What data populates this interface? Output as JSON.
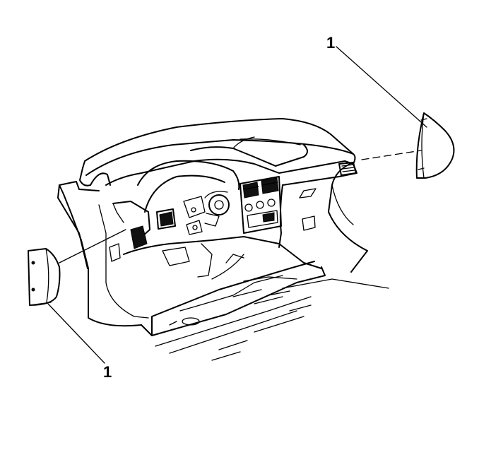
{
  "callouts": [
    {
      "id": "upper-right",
      "label": "1"
    },
    {
      "id": "lower-left",
      "label": "1"
    }
  ]
}
